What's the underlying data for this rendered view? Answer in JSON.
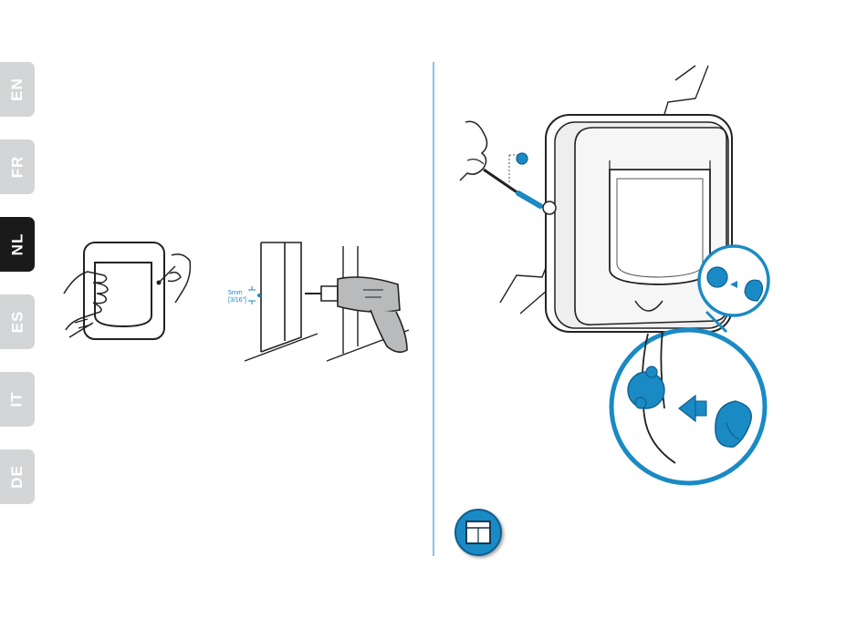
{
  "languages": [
    {
      "code": "EN",
      "active": false
    },
    {
      "code": "FR",
      "active": false
    },
    {
      "code": "NL",
      "active": true
    },
    {
      "code": "ES",
      "active": false
    },
    {
      "code": "IT",
      "active": false
    },
    {
      "code": "DE",
      "active": false
    }
  ],
  "drill_figure": {
    "measure_metric": "5mm",
    "measure_imperial": "[3/16\"]"
  },
  "colors": {
    "accent": "#1a8ac4",
    "accent_dark": "#0f5f8e",
    "tab_inactive": "#d4d5d6",
    "tab_active": "#1a1a1a",
    "divider": "#8fc1e0"
  },
  "icons": {
    "door_badge": "door-flap-icon"
  }
}
